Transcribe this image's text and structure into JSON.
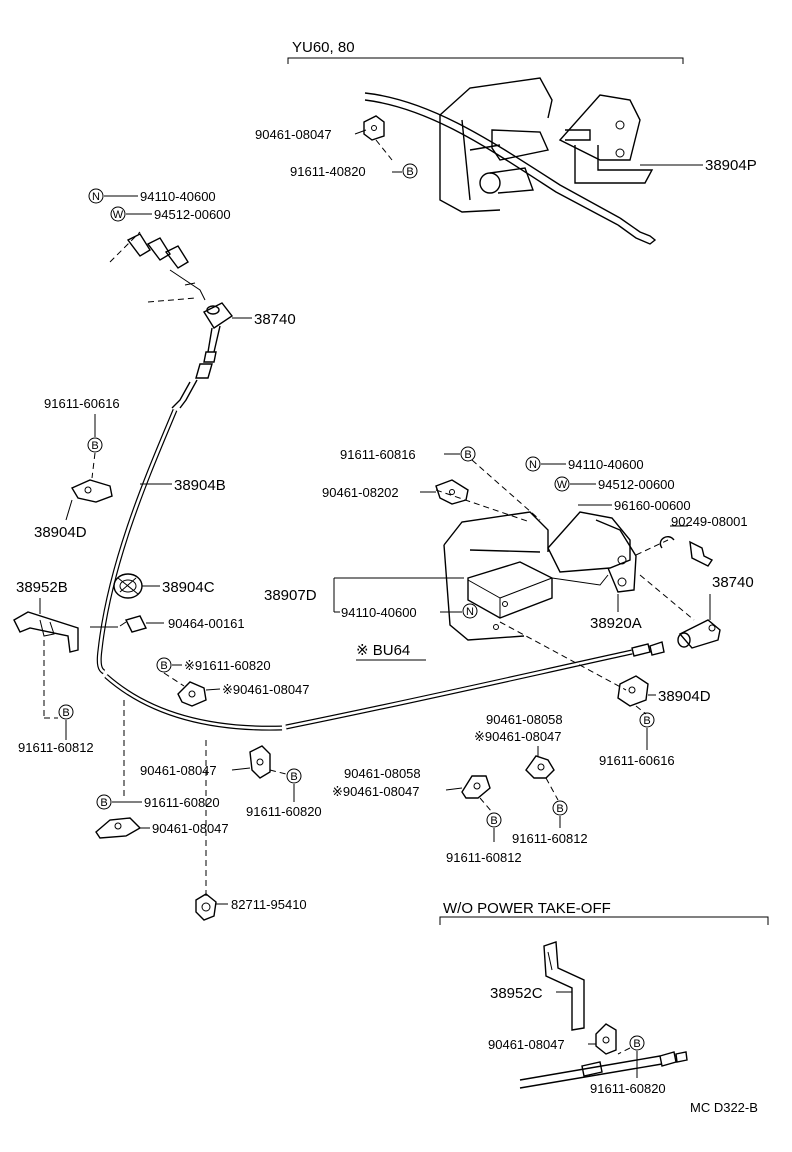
{
  "sections": {
    "yu": "YU60, 80",
    "bu": "※ BU64",
    "wo": "W/O POWER TAKE-OFF"
  },
  "symbols": {
    "n": "N",
    "w": "W",
    "b": "B"
  },
  "labels": {
    "p1": "90461-08047",
    "p2": "91611-40820",
    "p3": "38904P",
    "p4": "94110-40600",
    "p5": "94512-00600",
    "p6": "38740",
    "p7": "91611-60616",
    "p8": "38904B",
    "p9": "38904D",
    "p10": "38952B",
    "p11": "38904C",
    "p12": "90464-00161",
    "p13": "※91611-60820",
    "p14": "※90461-08047",
    "p15": "91611-60812",
    "p16": "90461-08047",
    "p17": "91611-60820",
    "p18": "91611-60820",
    "p19": "90461-08047",
    "p20": "82711-95410",
    "p21": "91611-60816",
    "p22": "90461-08202",
    "p23": "94110-40600",
    "p24": "94512-00600",
    "p25": "96160-00600",
    "p26": "90249-08001",
    "p27": "38740",
    "p28": "38907D",
    "p29": "94110-40600",
    "p30": "38920A",
    "p31": "38904D",
    "p32": "91611-60616",
    "p33": "90461-08058",
    "p34": "※90461-08047",
    "p35": "90461-08058",
    "p36": "※90461-08047",
    "p37": "91611-60812",
    "p38": "91611-60812",
    "p39": "38952C",
    "p40": "90461-08047",
    "p41": "91611-60820"
  },
  "footer": {
    "code": "MC D322-B"
  }
}
